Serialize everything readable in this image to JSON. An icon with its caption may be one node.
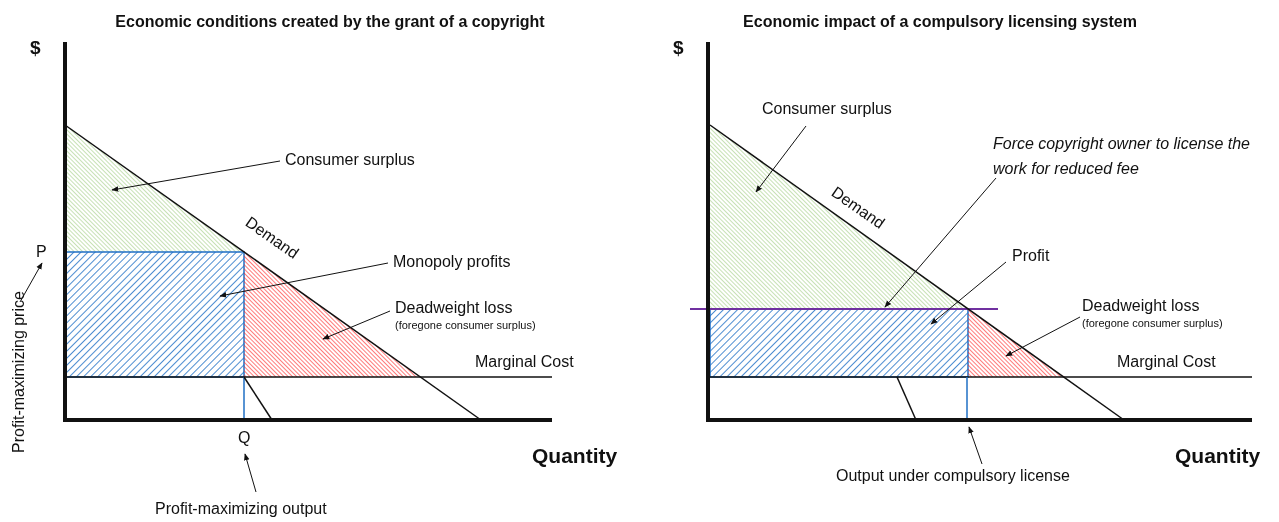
{
  "diagram": {
    "nodes": [
      {
        "text": [
          "Consumer surplus"
        ]
      },
      {
        "text": [],
        "shape": "triangle"
      },
      {
        "text": [
          "Monopoly profits"
        ]
      },
      {
        "text": [],
        "shape": "box"
      },
      {
        "text": [
          "Deadweight loss",
          "(foregone consumer surplus)"
        ]
      },
      {
        "text": [],
        "shape": "triangle"
      },
      {
        "text": [
          "P"
        ]
      },
      {
        "text": [
          "Profit-maximizing price"
        ]
      },
      {
        "text": [
          "Q"
        ]
      },
      {
        "text": [
          "Profit-maximizing output"
        ]
      },
      {
        "text": [
          "Consumer surplus"
        ]
      },
      {
        "text": [],
        "shape": "triangle"
      },
      {
        "text": [
          "Force copyright owner to license the work for reduced fee"
        ]
      },
      {
        "text": [
          "Profit"
        ]
      },
      {
        "text": [],
        "shape": "box"
      },
      {
        "text": [
          "Deadweight loss",
          "(foregone consumer surplus)"
        ]
      },
      {
        "text": [],
        "shape": "triangle"
      },
      {
        "text": [
          "Output under compulsory license"
        ]
      },
      {
        "text": [],
        "shape": "line"
      }
    ],
    "edges": [
      {
        "from": 0,
        "to": 1,
        "arrow": "to"
      },
      {
        "from": 2,
        "to": 3,
        "arrow": "to"
      },
      {
        "from": 4,
        "to": 5,
        "arrow": "to"
      },
      {
        "from": 7,
        "to": 6,
        "arrow": "to"
      },
      {
        "from": 9,
        "to": 8,
        "arrow": "to"
      },
      {
        "from": 10,
        "to": 11,
        "arrow": "to"
      },
      {
        "from": 12,
        "to": 18,
        "arrow": "to"
      },
      {
        "from": 13,
        "to": 14,
        "arrow": "to"
      },
      {
        "from": 15,
        "to": 16,
        "arrow": "to"
      },
      {
        "from": 17,
        "to": null,
        "arrow": "to"
      }
    ],
    "labels": [
      "Economic conditions created by the grant of a copyright",
      "$",
      "Demand",
      "Marginal Cost",
      "Quantity",
      "Economic impact of a compulsory licensing system",
      "$",
      "Demand",
      "Marginal Cost",
      "Quantity"
    ]
  }
}
